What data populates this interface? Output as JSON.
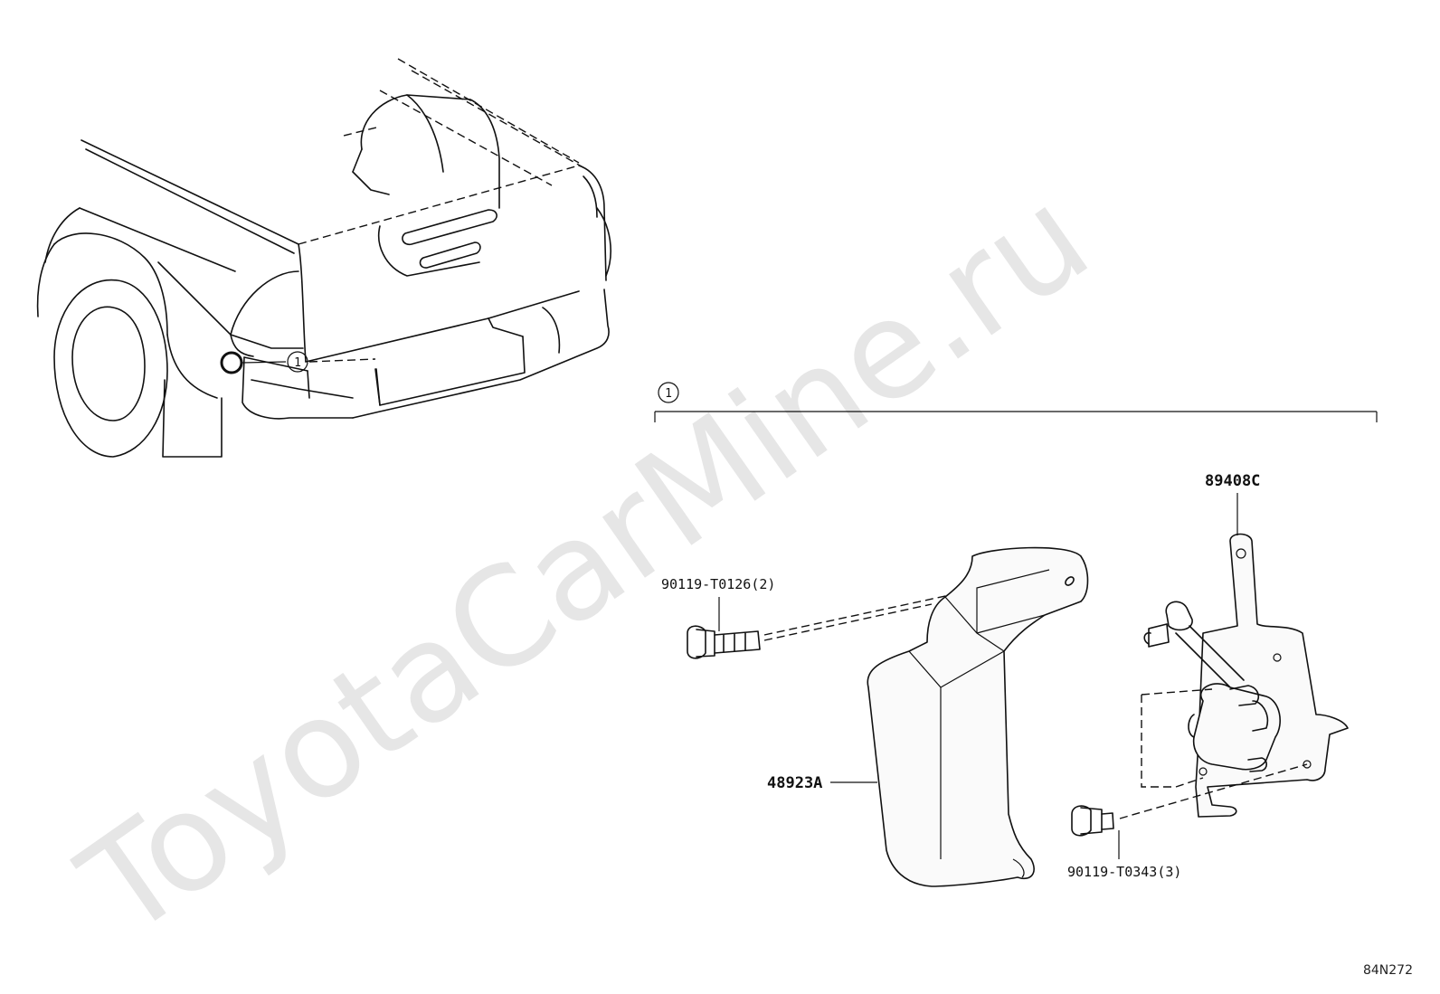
{
  "watermark": "ToyotaCarMine.ru",
  "reference_code": "84N272",
  "callout": {
    "number": "1"
  },
  "parts": {
    "sensor": "89408C",
    "bolt_upper": "90119-T0126(2)",
    "bracket_cover": "48923A",
    "bolt_lower": "90119-T0343(3)"
  }
}
